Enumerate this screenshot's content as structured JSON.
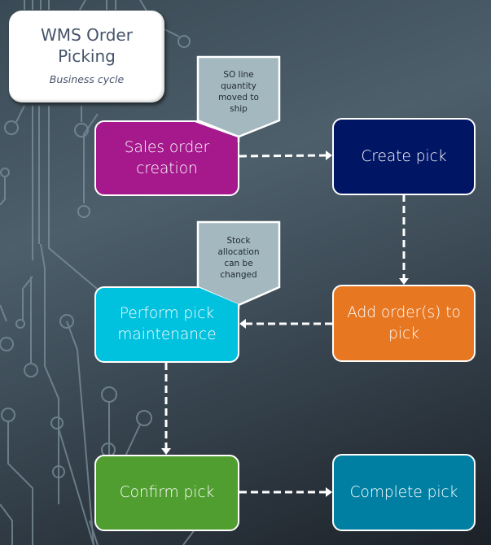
{
  "title_card": {
    "title_line1": "WMS Order",
    "title_line2": "Picking",
    "subtitle": "Business cycle"
  },
  "nodes": [
    {
      "id": "sales-order-creation",
      "line1": "Sales order",
      "line2": "creation",
      "color": "#a5198c"
    },
    {
      "id": "create-pick",
      "line1": "Create pick",
      "line2": "",
      "color": "#011565"
    },
    {
      "id": "add-orders-to-pick",
      "line1": "Add order(s) to",
      "line2": "pick",
      "color": "#e87722"
    },
    {
      "id": "perform-pick-maintenance",
      "line1": "Perform pick",
      "line2": "maintenance",
      "color": "#00c1de"
    },
    {
      "id": "confirm-pick",
      "line1": "Confirm pick",
      "line2": "",
      "color": "#509e2f"
    },
    {
      "id": "complete-pick",
      "line1": "Complete pick",
      "line2": "",
      "color": "#007fa3"
    }
  ],
  "notes": [
    {
      "attached_to": "sales-order-creation",
      "lines": [
        "SO line",
        "quantity",
        "moved to",
        "ship"
      ],
      "color": "#a4b8bf"
    },
    {
      "attached_to": "perform-pick-maintenance",
      "lines": [
        "Stock",
        "allocation",
        "can be",
        "changed"
      ],
      "color": "#a4b8bf"
    }
  ],
  "edges": [
    {
      "from": "sales-order-creation",
      "to": "create-pick",
      "style": "dashed"
    },
    {
      "from": "create-pick",
      "to": "add-orders-to-pick",
      "style": "dashed"
    },
    {
      "from": "add-orders-to-pick",
      "to": "perform-pick-maintenance",
      "style": "dashed"
    },
    {
      "from": "perform-pick-maintenance",
      "to": "confirm-pick",
      "style": "dashed"
    },
    {
      "from": "confirm-pick",
      "to": "complete-pick",
      "style": "dashed"
    }
  ]
}
